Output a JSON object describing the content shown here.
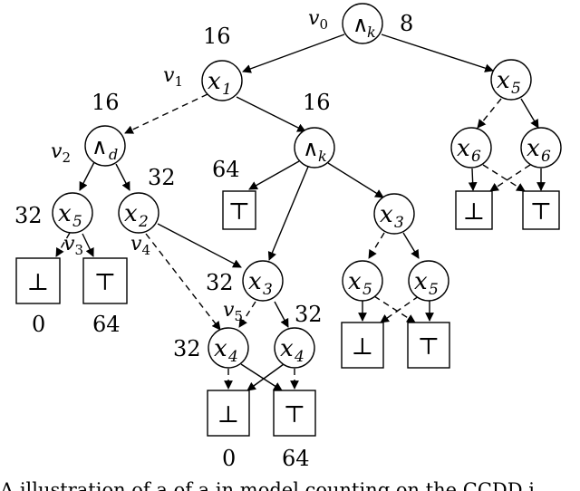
{
  "diagram": {
    "nodes": [
      {
        "id": "v0",
        "kind": "op",
        "label": "∧",
        "sub": "k",
        "x": 0,
        "y": 0
      },
      {
        "id": "x1a",
        "kind": "var",
        "label": "x",
        "sub": "1"
      },
      {
        "id": "x5a",
        "kind": "var",
        "label": "x",
        "sub": "5"
      },
      {
        "id": "and_d",
        "kind": "op",
        "label": "∧",
        "sub": "d"
      },
      {
        "id": "and_k2",
        "kind": "op",
        "label": "∧",
        "sub": "k"
      },
      {
        "id": "x6a",
        "kind": "var",
        "label": "x",
        "sub": "6"
      },
      {
        "id": "x6b",
        "kind": "var",
        "label": "x",
        "sub": "6"
      },
      {
        "id": "x5b",
        "kind": "var",
        "label": "x",
        "sub": "5"
      },
      {
        "id": "x2a",
        "kind": "var",
        "label": "x",
        "sub": "2"
      },
      {
        "id": "x3a",
        "kind": "var",
        "label": "x",
        "sub": "3"
      },
      {
        "id": "x3b",
        "kind": "var",
        "label": "x",
        "sub": "3"
      },
      {
        "id": "x5c",
        "kind": "var",
        "label": "x",
        "sub": "5"
      },
      {
        "id": "x5d",
        "kind": "var",
        "label": "x",
        "sub": "5"
      },
      {
        "id": "x4a",
        "kind": "var",
        "label": "x",
        "sub": "4"
      },
      {
        "id": "x4b",
        "kind": "var",
        "label": "x",
        "sub": "4"
      }
    ],
    "terminals": [
      {
        "id": "t_top_left",
        "label": "⊤"
      },
      {
        "id": "b1",
        "label": "⊥"
      },
      {
        "id": "t1",
        "label": "⊤"
      },
      {
        "id": "b2",
        "label": "⊥"
      },
      {
        "id": "t2",
        "label": "⊤"
      },
      {
        "id": "b3",
        "label": "⊥"
      },
      {
        "id": "t3",
        "label": "⊤"
      },
      {
        "id": "b4",
        "label": "⊥"
      },
      {
        "id": "t4",
        "label": "⊤"
      }
    ],
    "value_labels": [
      "16",
      "8",
      "16",
      "16",
      "64",
      "32",
      "32",
      "32",
      "32",
      "32",
      "0",
      "64",
      "0",
      "64"
    ],
    "node_names": [
      {
        "base": "v",
        "sub": "0"
      },
      {
        "base": "v",
        "sub": "1"
      },
      {
        "base": "v",
        "sub": "2"
      },
      {
        "base": "v",
        "sub": "3"
      },
      {
        "base": "v",
        "sub": "4"
      },
      {
        "base": "v",
        "sub": "5"
      }
    ]
  },
  "caption": "A illustration of a of a in model counting on the CCDD i"
}
